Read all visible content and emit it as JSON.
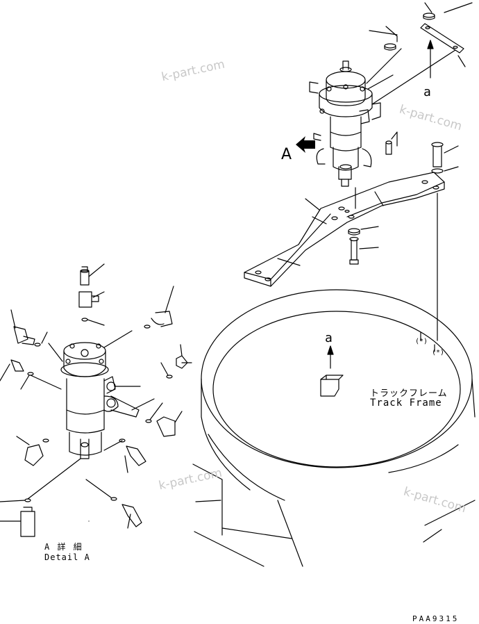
{
  "labels": {
    "view_marker": "A",
    "arrow_a_top": "a",
    "arrow_a_bottom": "a",
    "track_frame_jp": "トラックフレーム",
    "track_frame_en": "Track Frame",
    "detail_jp": "A 詳 細",
    "detail_en": "Detail A",
    "ref_mark_1": "(*)",
    "ref_mark_2": "(*)",
    "part_code": "PAA9315"
  },
  "watermarks": [
    "k-part.com",
    "k-part.com",
    "k-part.com",
    "k-part.com"
  ],
  "colors": {
    "line": "#000000",
    "watermark": "#c8c8c8",
    "background": "#ffffff"
  }
}
